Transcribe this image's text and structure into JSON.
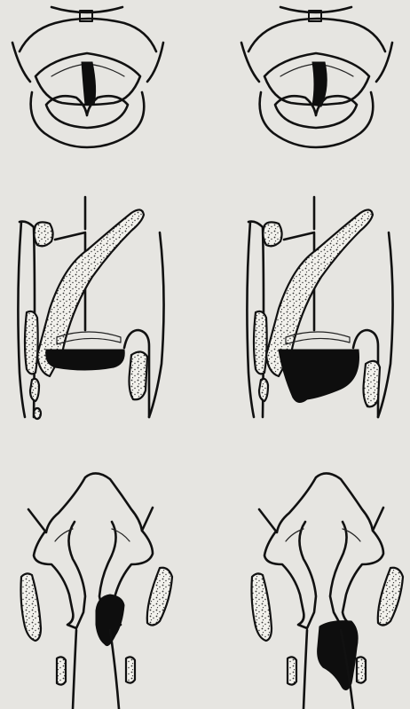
{
  "figure": {
    "background_color": "#e6e5e1",
    "ink_color": "#111111",
    "fill_color": "#0e0e0e",
    "panels": [
      {
        "id": "superior-view-left",
        "icon": "laryngeal-superior-view"
      },
      {
        "id": "superior-view-right",
        "icon": "laryngeal-superior-view"
      },
      {
        "id": "sagittal-section-left",
        "icon": "laryngeal-sagittal-section"
      },
      {
        "id": "sagittal-section-right",
        "icon": "laryngeal-sagittal-section"
      },
      {
        "id": "coronal-section-left",
        "icon": "laryngeal-coronal-section"
      },
      {
        "id": "coronal-section-right",
        "icon": "laryngeal-coronal-section"
      }
    ]
  }
}
